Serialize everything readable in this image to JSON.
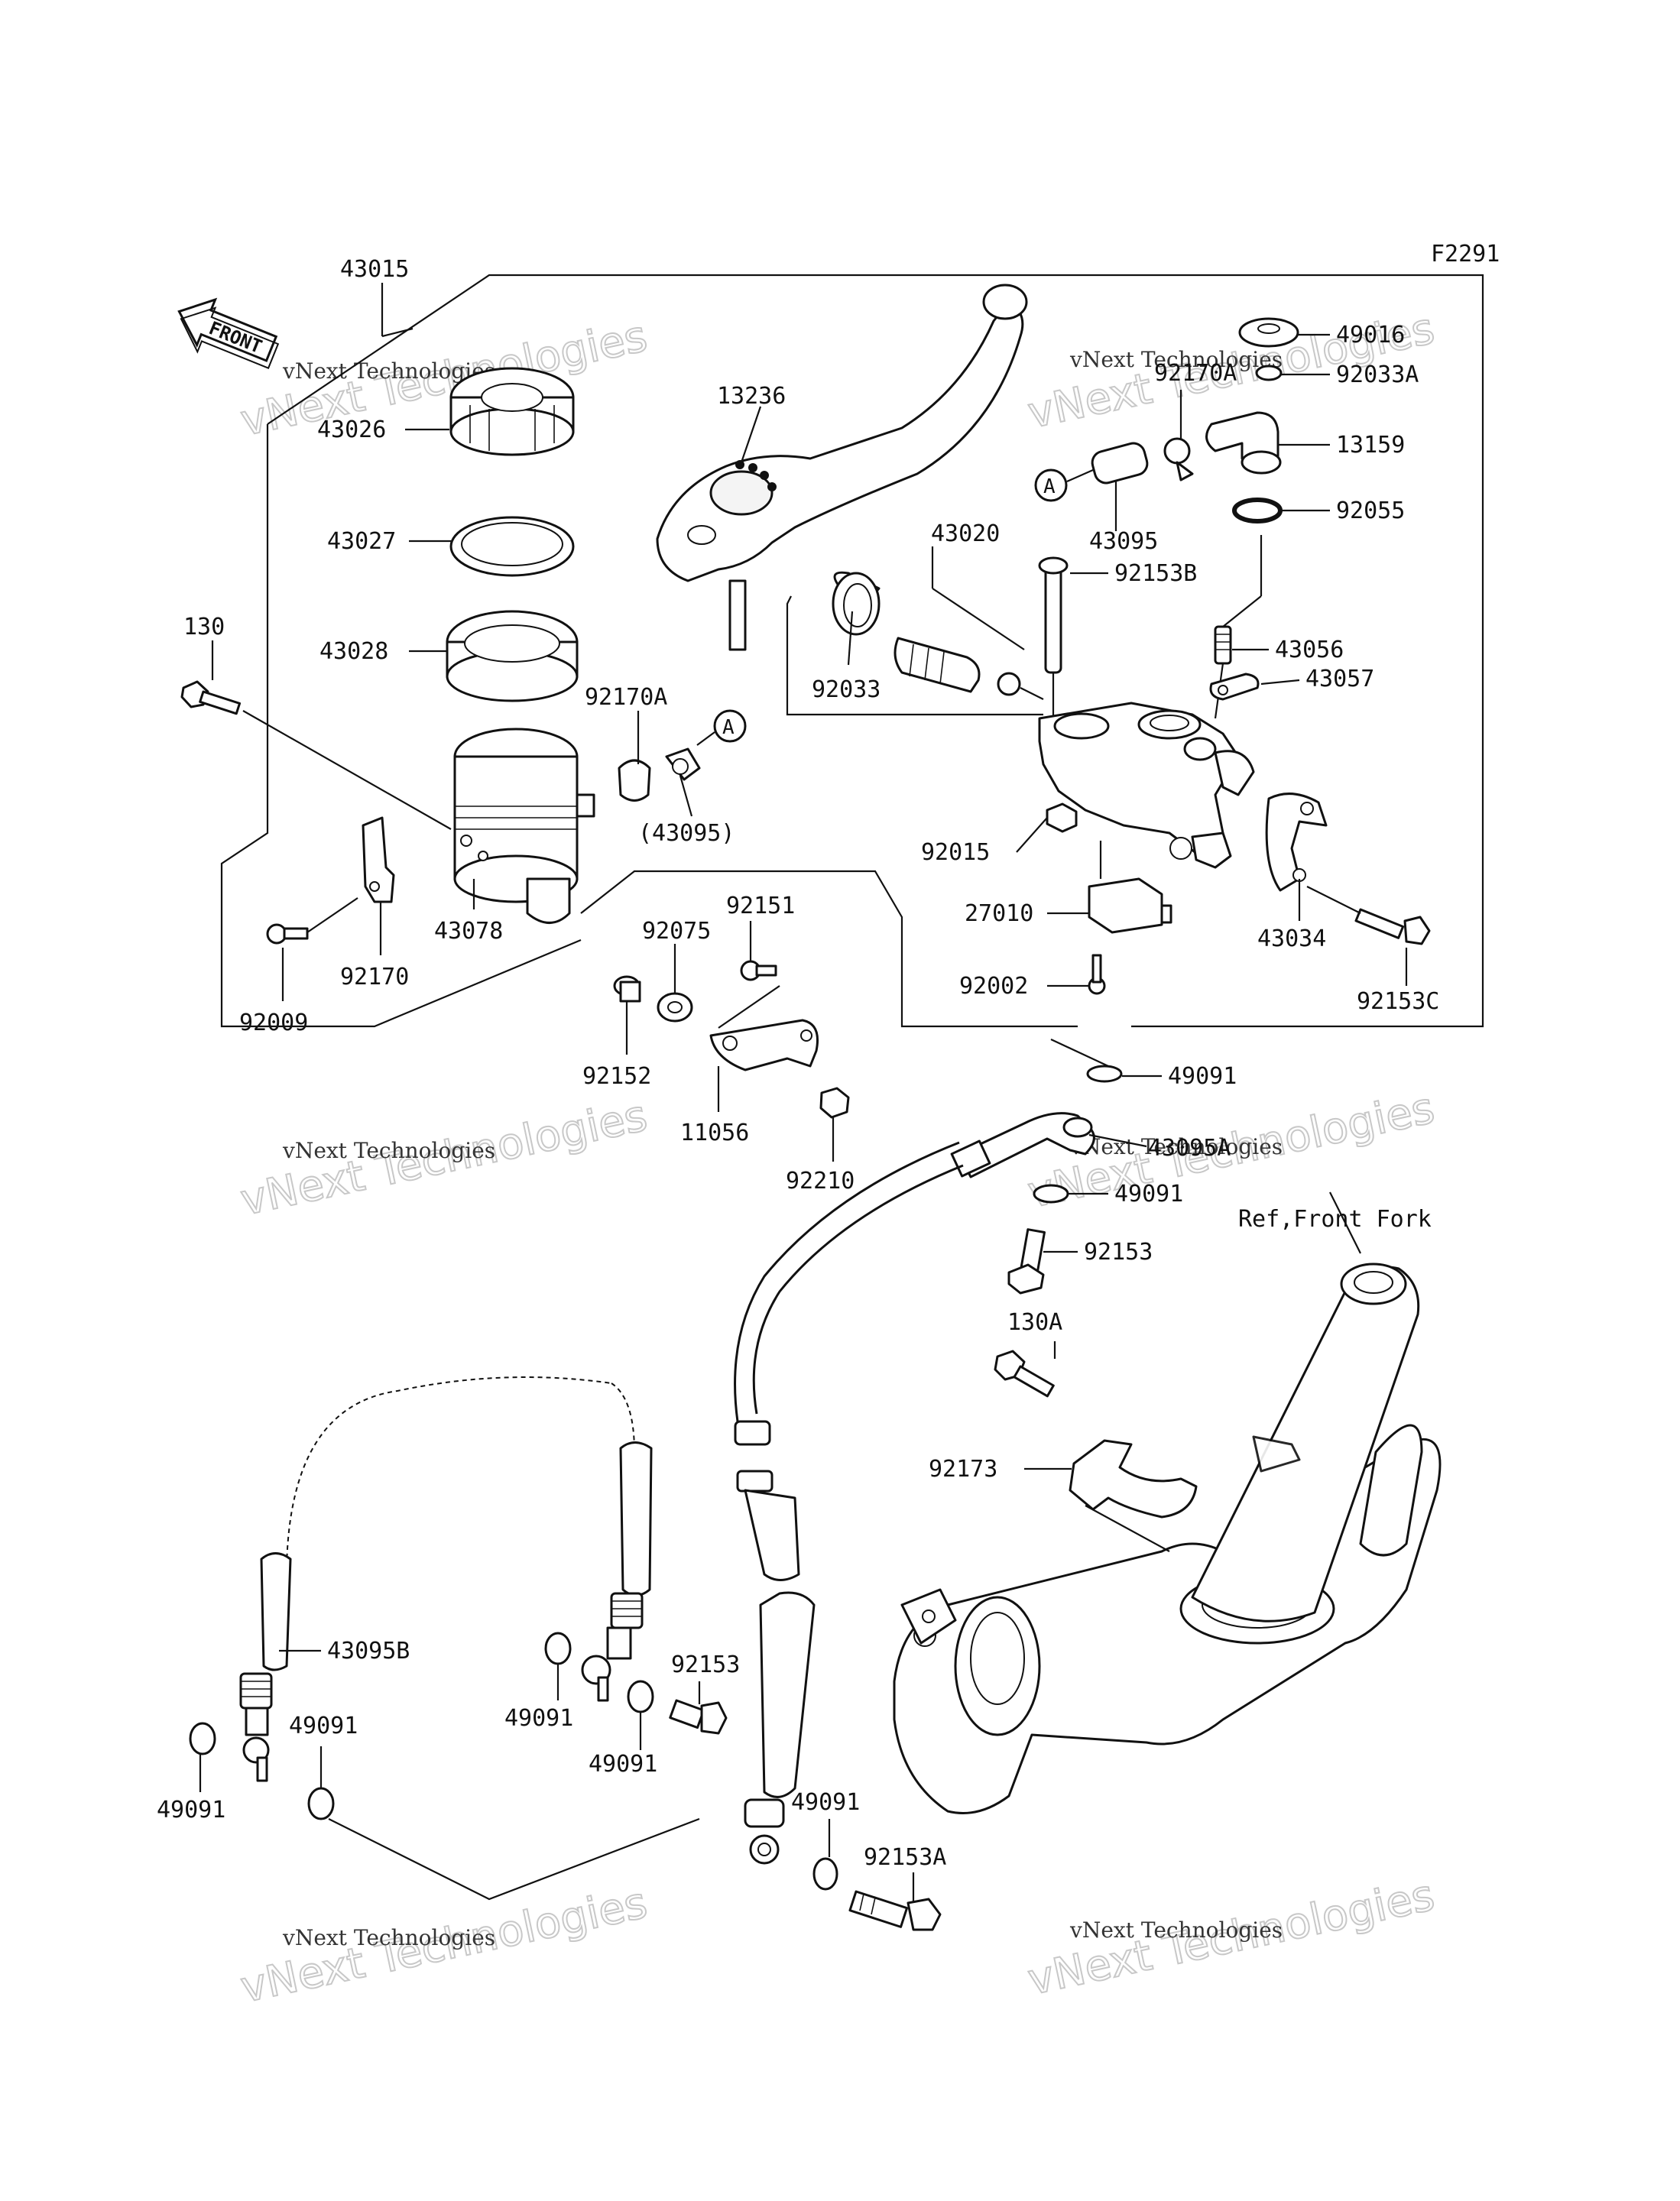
{
  "diagram": {
    "figure_code": "F2291",
    "front_arrow_label": "FRONT",
    "reference_label": "Ref,Front Fork",
    "marker_letter": "A",
    "watermark_line1": "vNext Technologies",
    "watermark_line2": "vNext Technologies"
  },
  "parts": {
    "p43015": "43015",
    "p43026": "43026",
    "p43027": "43027",
    "p43028": "43028",
    "p130": "130",
    "p43078": "43078",
    "p92170": "92170",
    "p92009": "92009",
    "p92170A": "92170A",
    "p43095p": "(43095)",
    "p13236": "13236",
    "p43020": "43020",
    "p92033": "92033",
    "p92152": "92152",
    "p92075": "92075",
    "p92151": "92151",
    "p11056": "11056",
    "p92210": "92210",
    "p49016": "49016",
    "p92170Ab": "92170A",
    "p92033A": "92033A",
    "p13159": "13159",
    "p43095": "43095",
    "p92055": "92055",
    "p92153B": "92153B",
    "p43056": "43056",
    "p43057": "43057",
    "p92015": "92015",
    "p27010": "27010",
    "p92002": "92002",
    "p43034": "43034",
    "p92153C": "92153C",
    "p49091a": "49091",
    "p43095A": "43095A",
    "p49091b": "49091",
    "p92153a": "92153",
    "p130A": "130A",
    "p92173": "92173",
    "p43095B": "43095B",
    "p49091c": "49091",
    "p49091d": "49091",
    "p49091e": "49091",
    "p49091f": "49091",
    "p92153b": "92153",
    "p49091g": "49091",
    "p92153A": "92153A"
  }
}
